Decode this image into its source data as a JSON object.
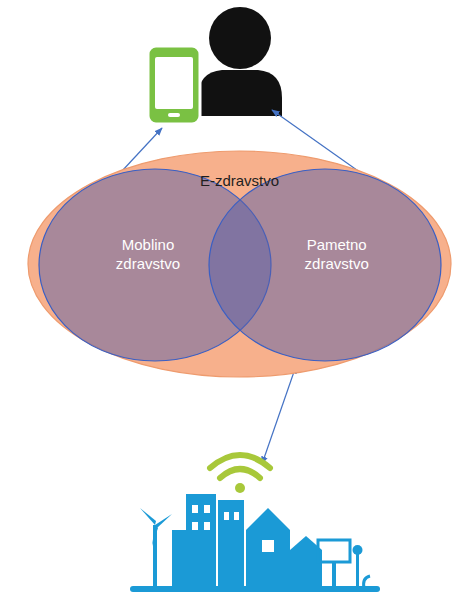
{
  "diagram": {
    "nodes": [
      {
        "text": [
          "E-zdravstvo"
        ]
      },
      {
        "text": [
          "Moblino zdravstvo"
        ],
        "in": 0
      },
      {
        "text": [
          "Pametno zdravstvo"
        ],
        "in": 0
      }
    ]
  }
}
